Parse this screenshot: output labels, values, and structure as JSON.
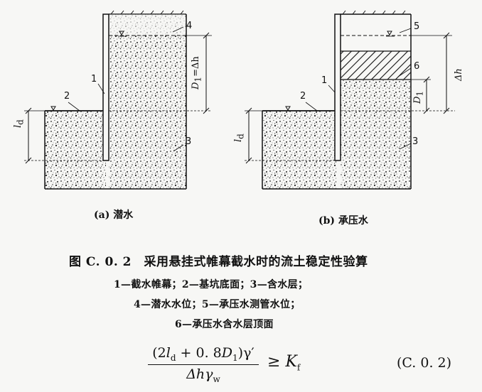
{
  "panel_a": {
    "label": "(a) 潜水",
    "numbers": [
      "1",
      "2",
      "3",
      "4"
    ],
    "dim_left": "l",
    "dim_left_sub": "d",
    "dim_right": "D",
    "dim_right_sub": "1",
    "dim_right_suffix": "=Δh"
  },
  "panel_b": {
    "label": "(b) 承压水",
    "numbers": [
      "1",
      "2",
      "3",
      "5",
      "6"
    ],
    "dim_left": "l",
    "dim_left_sub": "d",
    "dim_d1": "D",
    "dim_d1_sub": "1",
    "dim_dh": "Δh"
  },
  "caption": "图 C. 0. 2　采用悬挂式帷幕截水时的流土稳定性验算",
  "legend": [
    "1—截水帷幕；2—基坑底面；3—含水层；",
    "4—潜水水位；5—承压水测管水位；",
    "6—承压水含水层顶面"
  ],
  "formula": {
    "numerator_open": "(2",
    "l": "l",
    "l_sub": "d",
    "plus": " + 0. 8",
    "D": "D",
    "D_sub": "1",
    "numerator_close": ")γ′",
    "den_dh": "Δh",
    "den_gamma": "γ",
    "den_gamma_sub": "w",
    "geq": "≥",
    "K": "K",
    "K_sub": "f",
    "eq_number": "(C. 0. 2)"
  },
  "colors": {
    "ink": "#111111",
    "paper": "#f7f7f5"
  }
}
